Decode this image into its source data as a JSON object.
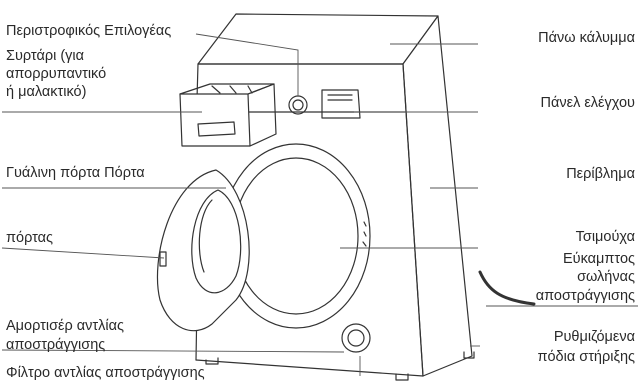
{
  "labels": {
    "rotary_selector": "Περιστροφικός Επιλογέας",
    "drawer_l1": "Συρτάρι (για",
    "drawer_l2": "απορρυπαντικό",
    "drawer_l3": "ή μαλακτικό)",
    "glass_door": "Γυάλινη πόρτα Πόρτα",
    "door": "πόρτας",
    "pump_damper_l1": "Αμορτισέρ αντλίας",
    "pump_damper_l2": "αποστράγγισης",
    "pump_filter": "Φίλτρο αντλίας αποστράγγισης",
    "top_cover": "Πάνω κάλυμμα",
    "control_panel": "Πάνελ ελέγχου",
    "enclosure": "Περίβλημα",
    "gasket": "Τσιμούχα",
    "hose_l1": "Εύκαμπτος",
    "hose_l2": "σωλήνας",
    "hose_l3": "αποστράγγισης",
    "feet_l1": "Ρυθμιζόμενα",
    "feet_l2": "πόδια στήριξης"
  },
  "colors": {
    "outline": "#333333",
    "leader": "#555555",
    "text": "#2a2a2a"
  }
}
